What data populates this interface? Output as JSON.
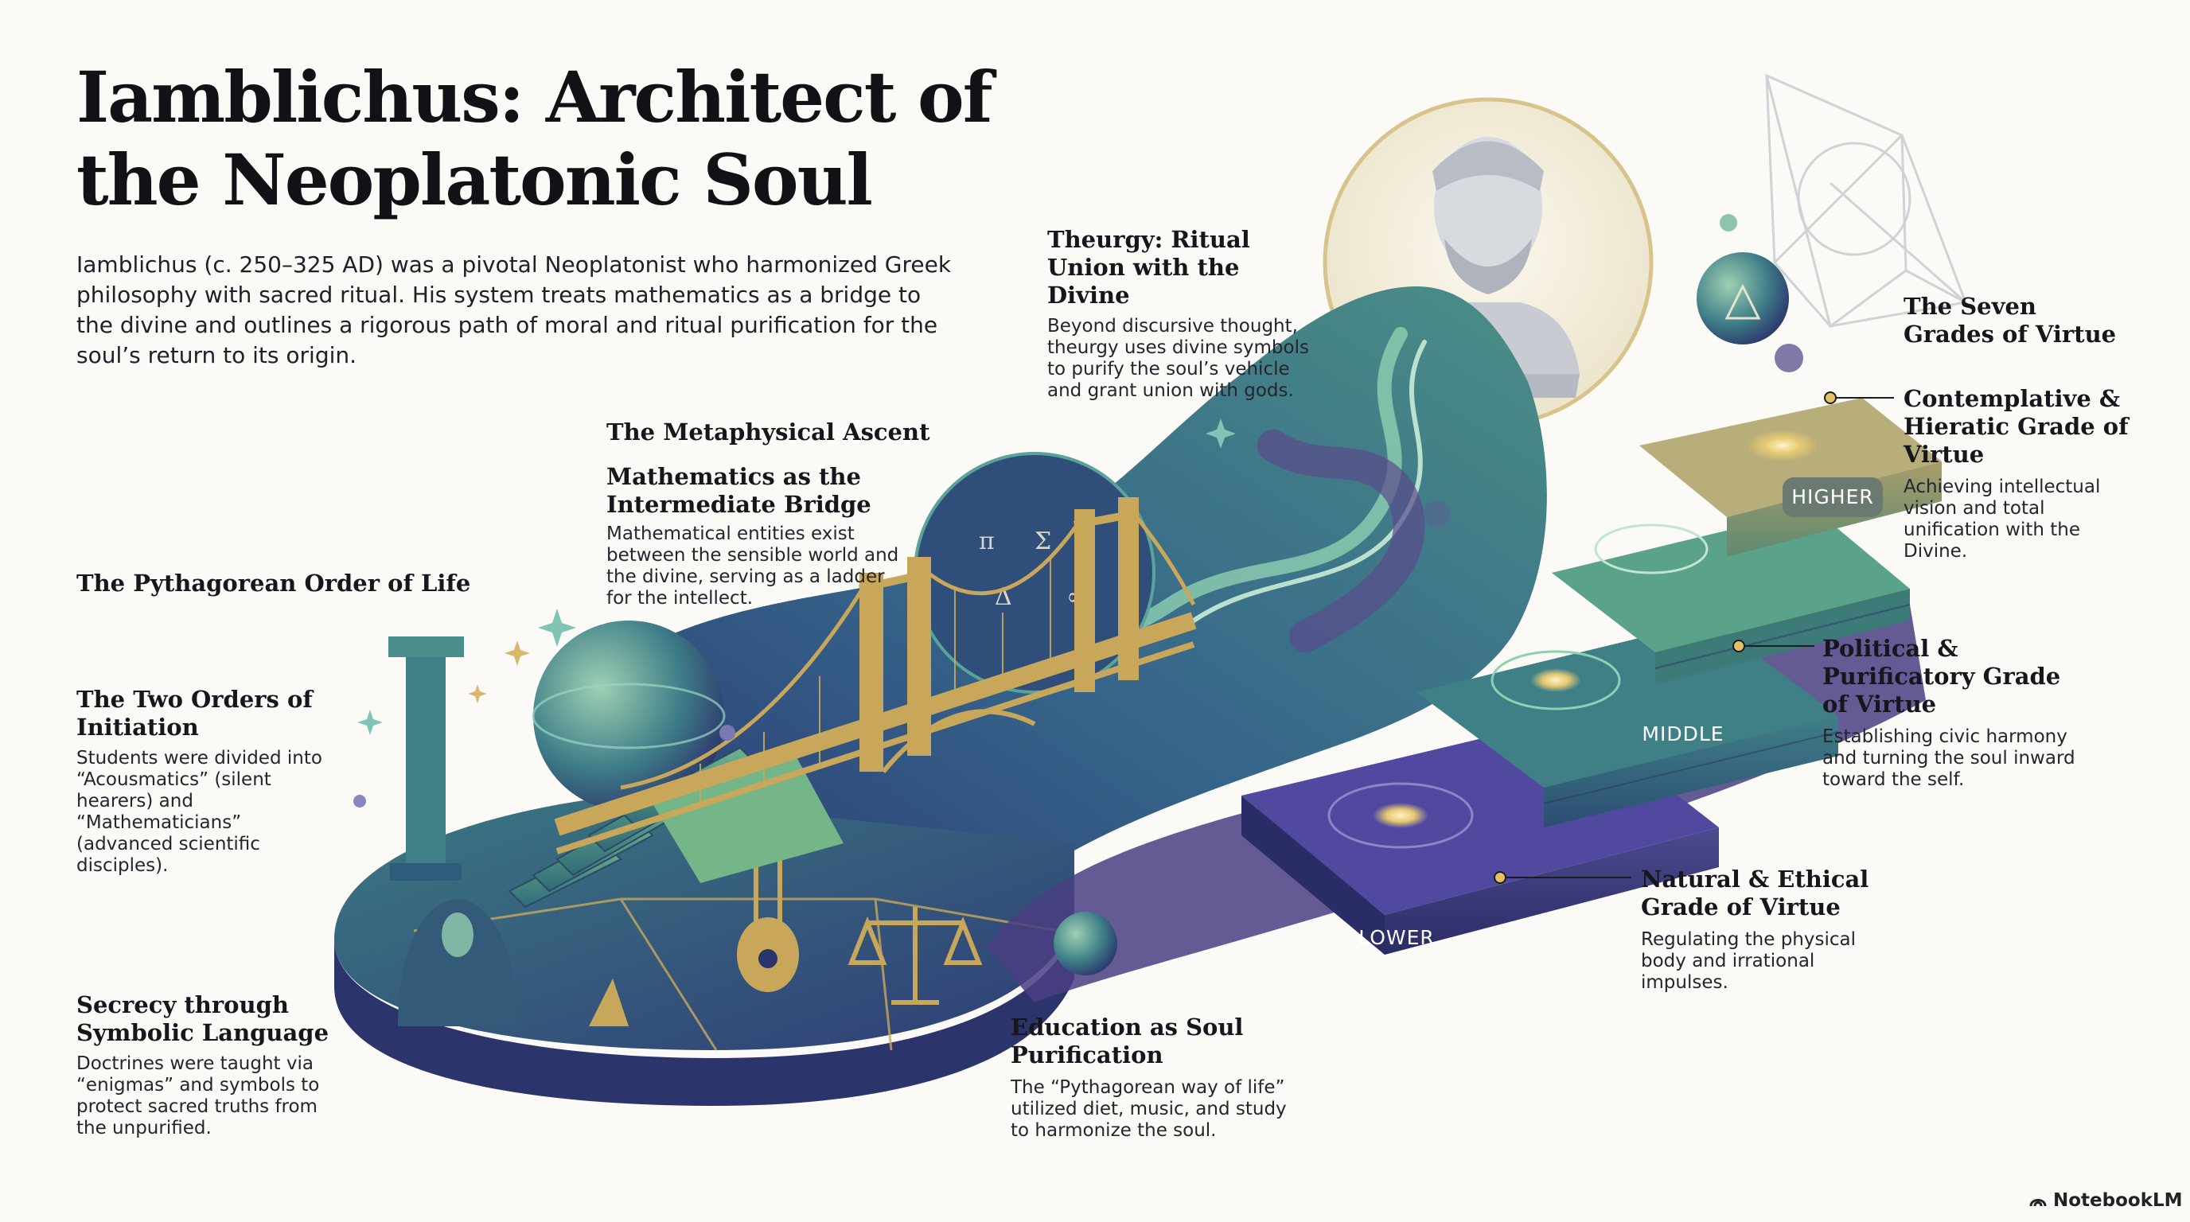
{
  "title": "Iamblichus: Architect of the Neoplatonic Soul",
  "intro": "Iamblichus (c. 250–325 AD) was a pivotal Neoplatonist who harmonized Greek philosophy with sacred ritual. His system treats mathematics as a bridge to the divine and outlines a rigorous path of moral and ritual purification for the soul’s return to its origin.",
  "pythagorean": {
    "heading": "The Pythagorean Order of Life",
    "orders": {
      "heading": "The Two Orders of Initiation",
      "body": "Students were divided into “Acousmatics” (silent hearers) and “Mathematicians” (advanced scientific disciples)."
    },
    "secrecy": {
      "heading": "Secrecy through Symbolic Language",
      "body": "Doctrines were taught via “enigmas” and symbols to protect sacred truths from the unpurified."
    }
  },
  "ascent": {
    "heading": "The Metaphysical Ascent",
    "bridge": {
      "heading": "Mathematics as the Intermediate Bridge",
      "body": "Mathematical entities exist between the sensible world and the divine, serving as a ladder for the intellect."
    }
  },
  "theurgy": {
    "heading": "Theurgy: Ritual Union with the Divine",
    "body": "Beyond discursive thought, theurgy uses divine symbols to purify the soul’s vehicle and grant union with gods."
  },
  "education": {
    "heading": "Education as Soul Purification",
    "body": "The “Pythagorean way of life” utilized diet, music, and study to harmonize the soul."
  },
  "virtues": {
    "heading": "The Seven Grades of Virtue",
    "grades": [
      {
        "tag": "HIGHER",
        "heading": "Contemplative & Hieratic Grade of Virtue",
        "body": "Achieving intellectual vision and total unification with the Divine."
      },
      {
        "tag": "MIDDLE",
        "heading": "Political & Purificatory Grade of Virtue",
        "body": "Establishing civic harmony and turning the soul inward toward the self."
      },
      {
        "tag": "LOWER",
        "heading": "Natural & Ethical Grade of Virtue",
        "body": "Regulating the physical body and irrational impulses."
      }
    ]
  },
  "brand": "NotebookLM",
  "colors": {
    "navy": "#2c3a6e",
    "teal": "#3f8a8a",
    "green": "#63a87d",
    "purple": "#5a4c8c",
    "gold": "#c9a75a",
    "cream": "#f2ecd9"
  }
}
